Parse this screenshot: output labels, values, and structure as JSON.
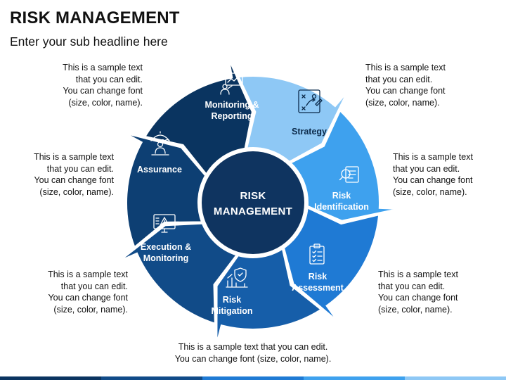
{
  "header": {
    "title": "RISK MANAGEMENT",
    "subtitle": "Enter your sub headline here"
  },
  "center": {
    "line1": "RISK",
    "line2": "MANAGEMENT",
    "color": "#0f3460"
  },
  "segments": [
    {
      "id": "strategy",
      "lines": [
        "Strategy"
      ],
      "color": "#8ec8f5",
      "icon": "strategy-board-icon"
    },
    {
      "id": "risk-identification",
      "lines": [
        "Risk",
        "Identification"
      ],
      "color": "#3ea1ee",
      "icon": "magnifier-document-icon"
    },
    {
      "id": "risk-assessment",
      "lines": [
        "Risk",
        "Assessment"
      ],
      "color": "#1f7ad4",
      "icon": "clipboard-checklist-icon"
    },
    {
      "id": "risk-mitigation",
      "lines": [
        "Risk",
        "Mitigation"
      ],
      "color": "#165ea9",
      "icon": "shield-chart-icon"
    },
    {
      "id": "execution-monitoring",
      "lines": [
        "Execution &",
        "Monitoring"
      ],
      "color": "#114b88",
      "icon": "monitor-warning-icon"
    },
    {
      "id": "assurance",
      "lines": [
        "Assurance"
      ],
      "color": "#0d3f73",
      "icon": "umbrella-person-icon"
    },
    {
      "id": "monitoring-reporting",
      "lines": [
        "Monitoring &",
        "Reporting"
      ],
      "color": "#0a3460",
      "icon": "presentation-board-icon"
    }
  ],
  "callouts": {
    "top_left": [
      "This is a sample text",
      "that you can edit.",
      "You can change font",
      "(size, color, name)."
    ],
    "top_right": [
      "This is a sample text",
      "that you can edit.",
      "You can change font",
      "(size, color, name)."
    ],
    "mid_left": [
      "This is a sample text",
      "that you can edit.",
      "You can change font",
      "(size, color, name)."
    ],
    "mid_right": [
      "This is a sample text",
      "that you can edit.",
      "You can change font",
      "(size, color, name)."
    ],
    "low_left": [
      "This is a sample text",
      "that you can edit.",
      "You can change font",
      "(size, color, name)."
    ],
    "low_right": [
      "This is a sample text",
      "that you can edit.",
      "You can change font",
      "(size, color, name)."
    ],
    "bottom": [
      "This is a sample text that you can edit.",
      "You can change font (size, color, name)."
    ]
  },
  "bottom_bar_colors": [
    "#0a3460",
    "#114b88",
    "#1f7ad4",
    "#3ea1ee",
    "#8ec8f5"
  ]
}
